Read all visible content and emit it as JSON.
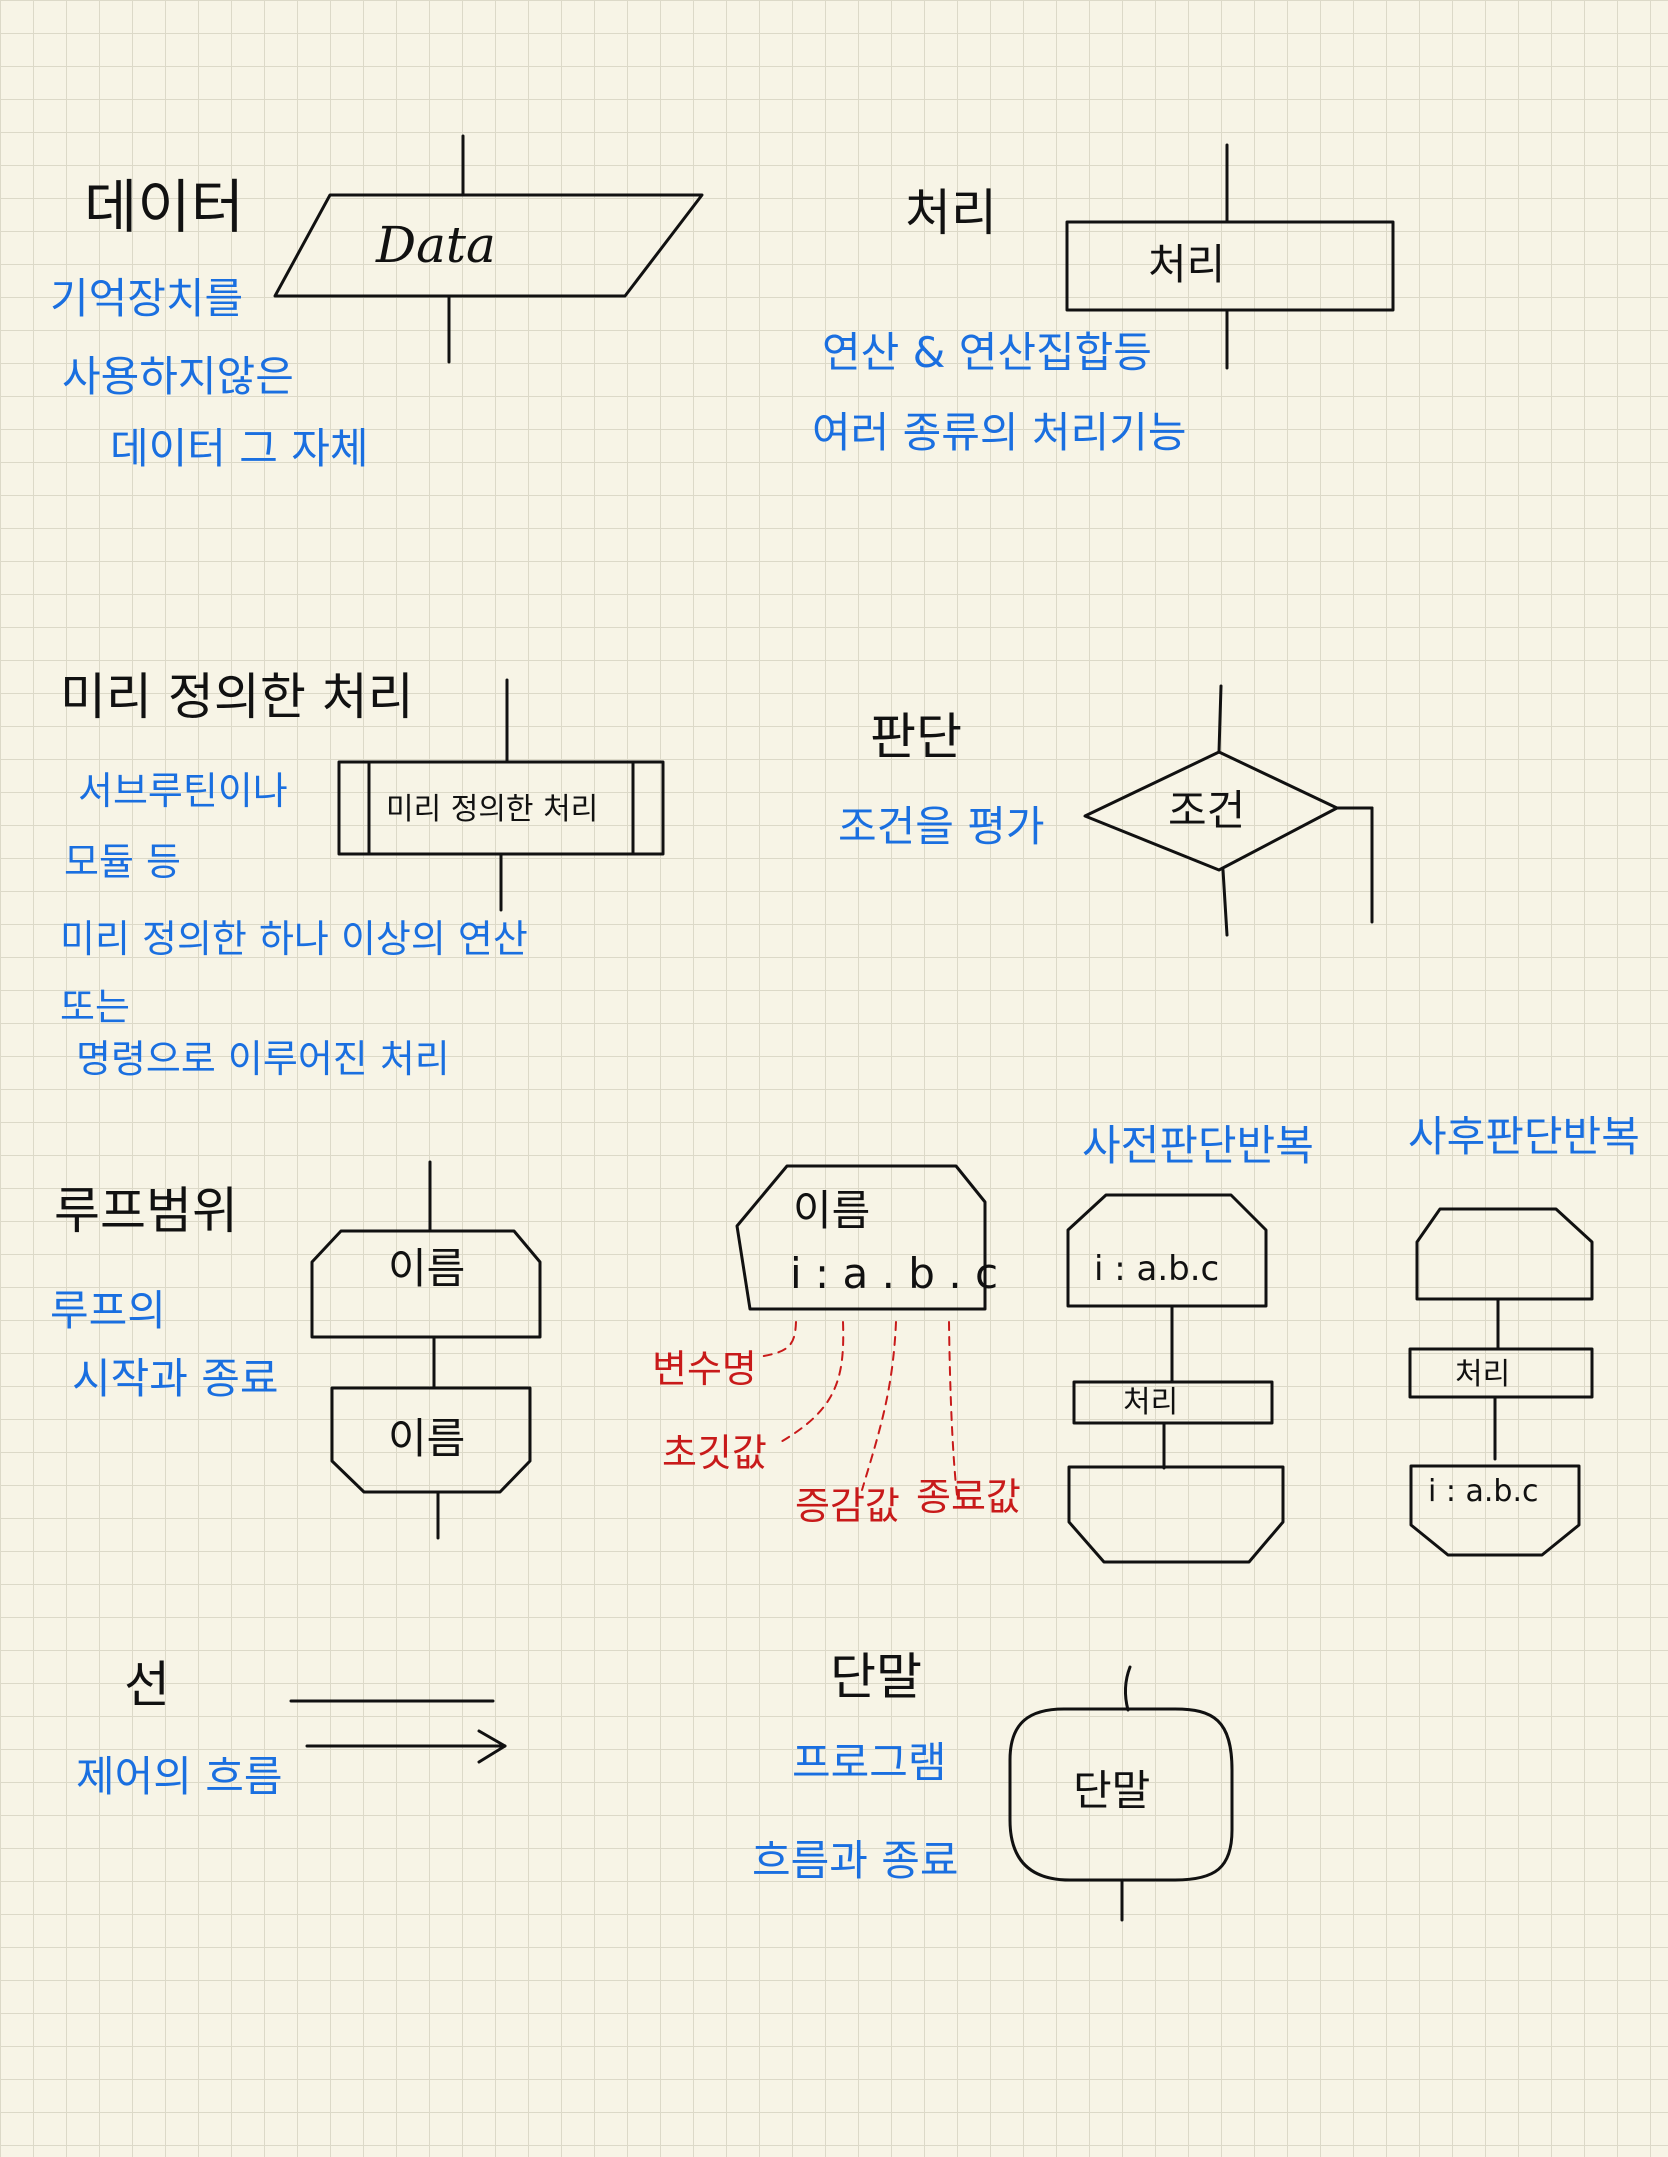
{
  "sections": {
    "data": {
      "title": "데이터",
      "shape_label": "Data",
      "notes": [
        "기억장치를",
        "사용하지않은",
        "데이터 그 자체"
      ]
    },
    "process": {
      "title": "처리",
      "shape_label": "처리",
      "notes": [
        "연산 & 연산집합등",
        "여러 종류의 처리기능"
      ]
    },
    "predefined": {
      "title": "미리 정의한 처리",
      "shape_label": "미리 정의한 처리",
      "notes": [
        "서브루틴이나",
        "모듈 등",
        "미리 정의한 하나 이상의 연산",
        "또는",
        "명령으로 이루어진 처리"
      ]
    },
    "decision": {
      "title": "판단",
      "shape_label": "조건",
      "notes": [
        "조건을 평가"
      ]
    },
    "loop": {
      "title": "루프범위",
      "top_label": "이름",
      "bottom_label": "이름",
      "notes": [
        "루프의",
        "시작과 종료"
      ]
    },
    "loop_detail": {
      "name_label": "이름",
      "params_label": "i : a . b . c",
      "annotations": [
        "변수명",
        "초깃값",
        "증감값",
        "종료값"
      ]
    },
    "pre_test": {
      "title": "사전판단반복",
      "params_label": "i : a.b.c",
      "process_label": "처리"
    },
    "post_test": {
      "title": "사후판단반복",
      "process_label": "처리",
      "params_label": "i : a.b.c"
    },
    "line": {
      "title": "선",
      "notes": [
        "제어의 흐름"
      ]
    },
    "terminal": {
      "title": "단말",
      "shape_label": "단말",
      "notes": [
        "프로그램",
        "흐름과 종료"
      ]
    }
  },
  "colors": {
    "ink": "#111111",
    "note": "#1a6fe0",
    "annotation": "#c81a1a",
    "paper": "#f7f4e6"
  }
}
